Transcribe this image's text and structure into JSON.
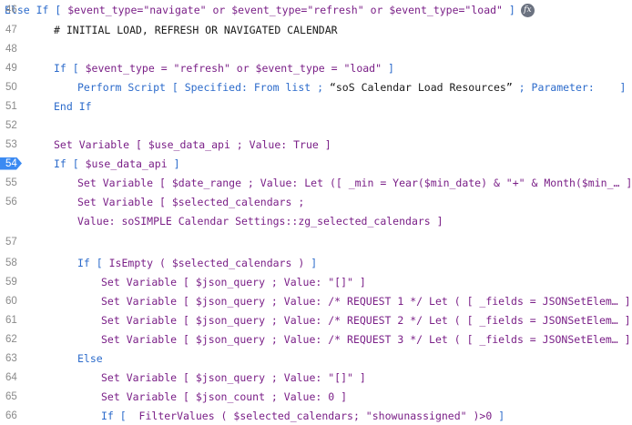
{
  "lines": [
    {
      "n": "46",
      "indent": 0,
      "h": 22,
      "tokens": [
        {
          "t": "Else If [ ",
          "c": "kw"
        },
        {
          "t": "$event_type=\"navigate\" or $event_type=\"refresh\" or $event_type=\"load\"",
          "c": "str"
        },
        {
          "t": " ]",
          "c": "kw"
        }
      ],
      "fx": true
    },
    {
      "n": "47",
      "indent": 1,
      "h": 21,
      "tokens": [
        {
          "t": "# INITIAL LOAD, REFRESH OR NAVIGATED CALENDAR",
          "c": "plain"
        }
      ]
    },
    {
      "n": "48",
      "indent": 0,
      "h": 21,
      "tokens": []
    },
    {
      "n": "49",
      "indent": 1,
      "h": 21,
      "tokens": [
        {
          "t": "If [ ",
          "c": "kw"
        },
        {
          "t": "$event_type = \"refresh\" or $event_type = \"load\"",
          "c": "str"
        },
        {
          "t": " ]",
          "c": "kw"
        }
      ]
    },
    {
      "n": "50",
      "indent": 2,
      "h": 21,
      "tokens": [
        {
          "t": "Perform Script [ Specified: From list ; ",
          "c": "kw"
        },
        {
          "t": "“soS Calendar Load Resources”",
          "c": "plain"
        },
        {
          "t": " ; Parameter:    ]",
          "c": "kw"
        }
      ]
    },
    {
      "n": "51",
      "indent": 1,
      "h": 21,
      "tokens": [
        {
          "t": "End If",
          "c": "kw"
        }
      ]
    },
    {
      "n": "52",
      "indent": 0,
      "h": 21,
      "tokens": []
    },
    {
      "n": "53",
      "indent": 1,
      "h": 21,
      "tokens": [
        {
          "t": "Set Variable [ ",
          "c": "str"
        },
        {
          "t": "$use_data_api",
          "c": "str"
        },
        {
          "t": " ; Value: True ]",
          "c": "str"
        }
      ]
    },
    {
      "n": "54",
      "indent": 1,
      "h": 21,
      "active": true,
      "tokens": [
        {
          "t": "If [ ",
          "c": "kw"
        },
        {
          "t": "$use_data_api",
          "c": "str"
        },
        {
          "t": " ]",
          "c": "kw"
        }
      ]
    },
    {
      "n": "55",
      "indent": 2,
      "h": 21,
      "tokens": [
        {
          "t": "Set Variable [ $date_range ; Value: Let ([ _min = Year($min_date) & \"+\" & Month($min_… ]",
          "c": "str"
        }
      ]
    },
    {
      "n": "56",
      "indent": 2,
      "h": 21,
      "tokens": [
        {
          "t": "Set Variable [ $selected_calendars ;",
          "c": "str"
        }
      ]
    },
    {
      "n": "",
      "indent": 2,
      "h": 21,
      "tokens": [
        {
          "t": "Value: soSIMPLE Calendar Settings::zg_selected_calendars ]",
          "c": "str"
        }
      ]
    },
    {
      "n": "57",
      "indent": 0,
      "h": 25,
      "tokens": []
    },
    {
      "n": "58",
      "indent": 2,
      "h": 21,
      "tokens": [
        {
          "t": "If [ ",
          "c": "kw"
        },
        {
          "t": "IsEmpty ( $selected_calendars )",
          "c": "str"
        },
        {
          "t": " ]",
          "c": "kw"
        }
      ]
    },
    {
      "n": "59",
      "indent": 3,
      "h": 21,
      "tokens": [
        {
          "t": "Set Variable [ $json_query ; Value: \"[]\" ]",
          "c": "str"
        }
      ]
    },
    {
      "n": "60",
      "indent": 3,
      "h": 21,
      "tokens": [
        {
          "t": "Set Variable [ $json_query ; Value: /* REQUEST 1 */ Let ( [ _fields = JSONSetElem… ]",
          "c": "str"
        }
      ]
    },
    {
      "n": "61",
      "indent": 3,
      "h": 21,
      "tokens": [
        {
          "t": "Set Variable [ $json_query ; Value: /* REQUEST 2 */ Let ( [ _fields = JSONSetElem… ]",
          "c": "str"
        }
      ]
    },
    {
      "n": "62",
      "indent": 3,
      "h": 21,
      "tokens": [
        {
          "t": "Set Variable [ $json_query ; Value: /* REQUEST 3 */ Let ( [ _fields = JSONSetElem… ]",
          "c": "str"
        }
      ]
    },
    {
      "n": "63",
      "indent": 2,
      "h": 21,
      "tokens": [
        {
          "t": "Else",
          "c": "kw"
        }
      ]
    },
    {
      "n": "64",
      "indent": 3,
      "h": 21,
      "tokens": [
        {
          "t": "Set Variable [ $json_query ; Value: \"[]\" ]",
          "c": "str"
        }
      ]
    },
    {
      "n": "65",
      "indent": 3,
      "h": 21,
      "tokens": [
        {
          "t": "Set Variable [ $json_count ; Value: 0 ]",
          "c": "str"
        }
      ]
    },
    {
      "n": "66",
      "indent": 3,
      "h": 21,
      "tokens": [
        {
          "t": "If [ ",
          "c": "kw"
        },
        {
          "t": " FilterValues ( $selected_calendars; \"showunassigned\" )>0",
          "c": "str"
        },
        {
          "t": " ]",
          "c": "kw"
        }
      ]
    }
  ]
}
